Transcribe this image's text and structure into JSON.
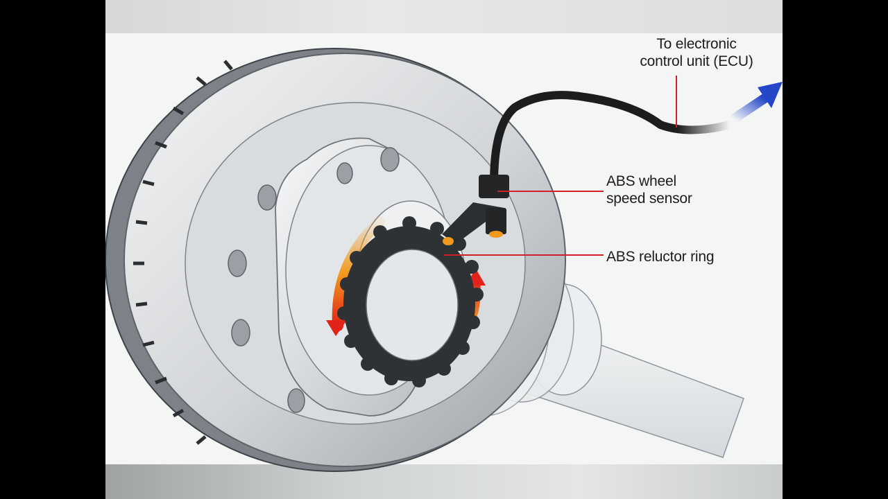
{
  "labels": {
    "ecu": "To electronic\ncontrol unit (ECU)",
    "sensor": "ABS wheel\nspeed sensor",
    "ring": "ABS reluctor ring"
  },
  "colors": {
    "leader_line": "#d41f2a",
    "cable": "#1d1d1d",
    "arrow_blue": "#2447c9",
    "rotation_orange": "#f29a1d",
    "rotation_red": "#e2231a",
    "metal_light": "#eef0f1",
    "metal_mid": "#c6cacd",
    "metal_dark": "#8e9499"
  }
}
